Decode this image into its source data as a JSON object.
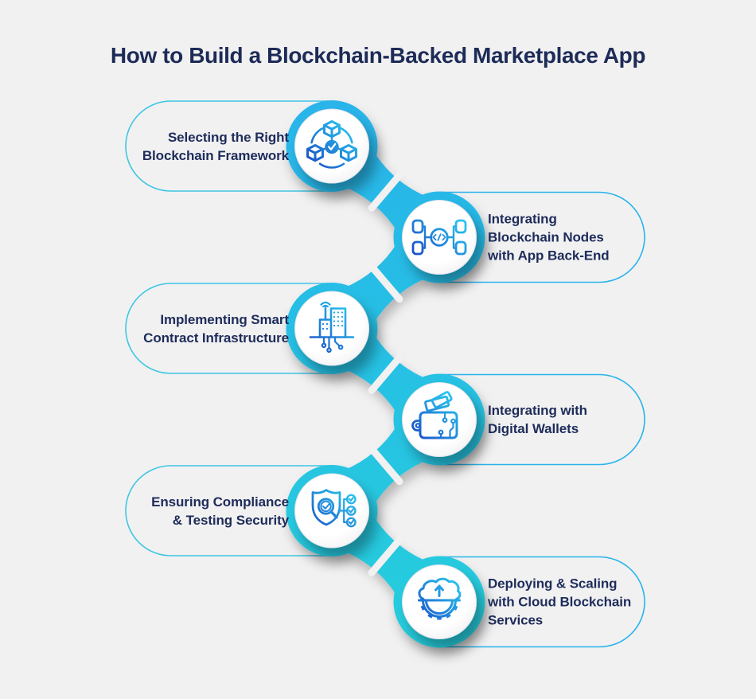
{
  "title": "How to Build a Blockchain-Backed Marketplace App",
  "colors": {
    "background": "#f1f1f2",
    "pill_border_left": "#3fc6e2",
    "pill_border_right": "#29b4ea",
    "connector_top": "#29b4ea",
    "connector_bottom": "#25cedd",
    "title_text": "#1d2b57",
    "step_text": "#1e2c5a",
    "icon_gradient_start": "#1b50c8",
    "icon_gradient_end": "#29c8f0",
    "check_white": "#ffffff"
  },
  "steps": [
    {
      "id": 1,
      "side": "left",
      "icon": "blockchain-cubes-icon",
      "lines": [
        "Selecting the Right",
        "Blockchain Framework"
      ]
    },
    {
      "id": 2,
      "side": "right",
      "icon": "nodes-code-icon",
      "lines": [
        "Integrating",
        "Blockchain Nodes",
        "with App Back-End"
      ]
    },
    {
      "id": 3,
      "side": "left",
      "icon": "smart-building-icon",
      "lines": [
        "Implementing Smart",
        "Contract Infrastructure"
      ]
    },
    {
      "id": 4,
      "side": "right",
      "icon": "digital-wallet-icon",
      "lines": [
        "Integrating with",
        "Digital Wallets"
      ]
    },
    {
      "id": 5,
      "side": "left",
      "icon": "shield-checklist-icon",
      "lines": [
        "Ensuring Compliance",
        "& Testing Security"
      ]
    },
    {
      "id": 6,
      "side": "right",
      "icon": "cloud-gear-icon",
      "lines": [
        "Deploying & Scaling",
        "with Cloud Blockchain",
        "Services"
      ]
    }
  ]
}
